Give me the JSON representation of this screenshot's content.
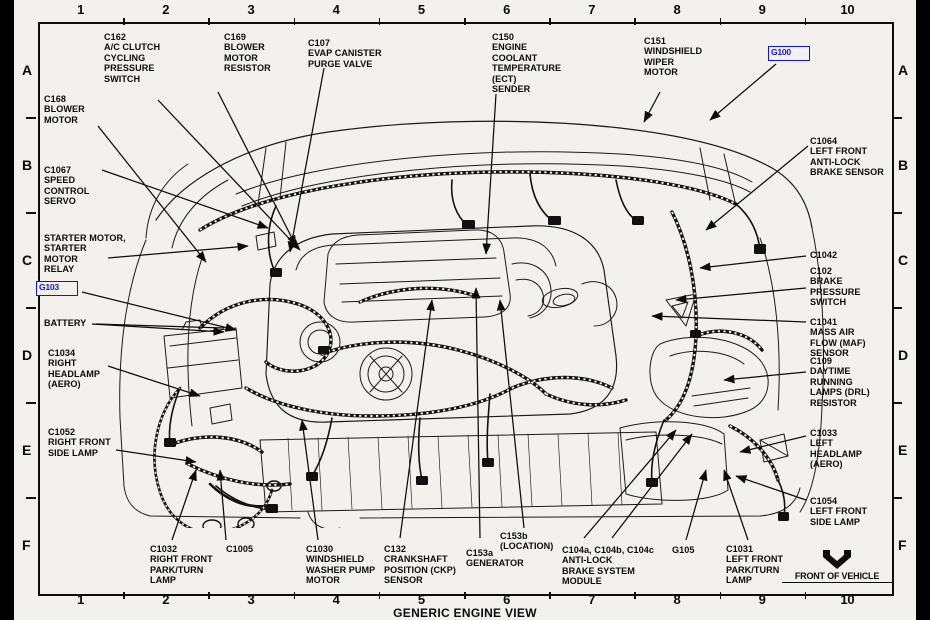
{
  "page": {
    "caption": "GENERIC ENGINE VIEW",
    "front_of_vehicle": "FRONT OF VEHICLE",
    "front_arrow_icon": "chevron-down-arrow-icon"
  },
  "grid": {
    "columns": [
      "1",
      "2",
      "3",
      "4",
      "5",
      "6",
      "7",
      "8",
      "9",
      "10"
    ],
    "rows": [
      "A",
      "B",
      "C",
      "D",
      "E",
      "F"
    ]
  },
  "ground_refs": [
    {
      "id": "g103",
      "label": "G103"
    },
    {
      "id": "g100",
      "label": "G100"
    }
  ],
  "callouts": [
    {
      "id": "c168",
      "text": "C168\nBLOWER\nMOTOR"
    },
    {
      "id": "c162",
      "text": "C162\nA/C CLUTCH\nCYCLING\nPRESSURE\nSWITCH"
    },
    {
      "id": "c169",
      "text": "C169\nBLOWER\nMOTOR\nRESISTOR"
    },
    {
      "id": "c107",
      "text": "C107\nEVAP CANISTER\nPURGE VALVE"
    },
    {
      "id": "c150",
      "text": "C150\nENGINE\nCOOLANT\nTEMPERATURE\n(ECT)\nSENDER"
    },
    {
      "id": "c151",
      "text": "C151\nWINDSHIELD\nWIPER\nMOTOR"
    },
    {
      "id": "c1064",
      "text": "C1064\nLEFT FRONT\nANTI-LOCK\nBRAKE SENSOR"
    },
    {
      "id": "c1067",
      "text": "C1067\nSPEED\nCONTROL\nSERVO"
    },
    {
      "id": "starter",
      "text": "STARTER MOTOR,\nSTARTER\nMOTOR\nRELAY"
    },
    {
      "id": "battery",
      "text": "BATTERY"
    },
    {
      "id": "c1034",
      "text": "C1034\nRIGHT\nHEADLAMP\n(AERO)"
    },
    {
      "id": "c1052",
      "text": "C1052\nRIGHT FRONT\nSIDE LAMP"
    },
    {
      "id": "c1042",
      "text": "C1042"
    },
    {
      "id": "c102",
      "text": "C102\nBRAKE\nPRESSURE\nSWITCH"
    },
    {
      "id": "c1041",
      "text": "C1041\nMASS AIR\nFLOW (MAF)\nSENSOR"
    },
    {
      "id": "c109",
      "text": "C109\nDAYTIME\nRUNNING\nLAMPS (DRL)\nRESISTOR"
    },
    {
      "id": "c1033",
      "text": "C1033\nLEFT\nHEADLAMP\n(AERO)"
    },
    {
      "id": "c1054",
      "text": "C1054\nLEFT FRONT\nSIDE LAMP"
    },
    {
      "id": "c1032",
      "text": "C1032\nRIGHT FRONT\nPARK/TURN\nLAMP"
    },
    {
      "id": "c1005",
      "text": "C1005"
    },
    {
      "id": "c1030",
      "text": "C1030\nWINDSHIELD\nWASHER PUMP\nMOTOR"
    },
    {
      "id": "c132",
      "text": "C132\nCRANKSHAFT\nPOSITION (CKP)\nSENSOR"
    },
    {
      "id": "c153a",
      "text": "C153a\nGENERATOR"
    },
    {
      "id": "c153b",
      "text": "C153b\n(LOCATION)"
    },
    {
      "id": "c104",
      "text": "C104a, C104b, C104c\nANTI-LOCK\nBRAKE SYSTEM\nMODULE"
    },
    {
      "id": "g105",
      "text": "G105"
    },
    {
      "id": "c1031",
      "text": "C1031\nLEFT FRONT\nPARK/TURN\nLAMP"
    }
  ],
  "colors": {
    "paper": "#f2f1ee",
    "ink": "#0b0b0b",
    "ground_blue": "#1414d8",
    "letterbox": "#000000"
  }
}
